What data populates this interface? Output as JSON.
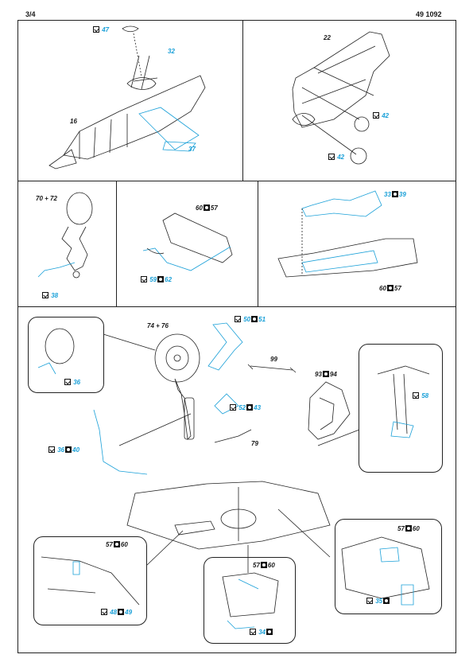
{
  "header": {
    "page": "3/4",
    "code": "49 1092"
  },
  "icons": {
    "glue": "glue-icon",
    "paint": "paint-icon"
  },
  "colors": {
    "line": "#222222",
    "part": "#1aa0d8"
  },
  "labels": {
    "p47": "47",
    "p32": "32",
    "p16": "16",
    "p37": "37",
    "p22": "22",
    "p42a": "42",
    "p42b": "42",
    "p70_72": "70 + 72",
    "p38": "38",
    "p60a": "60",
    "p57a": "57",
    "p59": "59",
    "p62": "62",
    "p33": "33",
    "p39": "39",
    "p60b": "60",
    "p57b": "57",
    "p74_76": "74 + 76",
    "p50": "50",
    "p51": "51",
    "p36a": "36",
    "p99": "99",
    "p93": "93",
    "p94": "94",
    "p58": "58",
    "p36b": "36",
    "p40": "40",
    "p52": "52",
    "p43": "43",
    "p79": "79",
    "p57c": "57",
    "p60c": "60",
    "p48": "48",
    "p49": "49",
    "p57d": "57",
    "p60d": "60",
    "p34": "34",
    "p57e": "57",
    "p60e": "60",
    "p35": "35"
  }
}
